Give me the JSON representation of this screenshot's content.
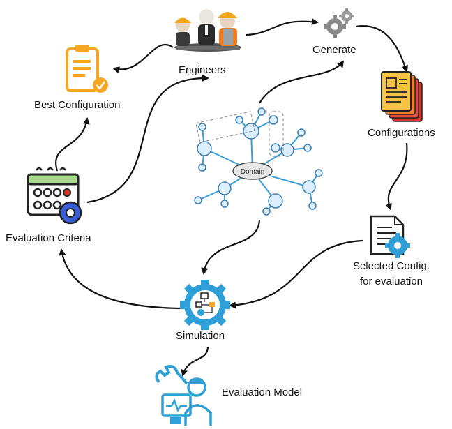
{
  "labels": {
    "engineers": "Engineers",
    "generate": "Generate",
    "best_configuration": "Best Configuration",
    "configurations": "Configurations",
    "domain": "Domain",
    "evaluation_criteria": "Evaluation Criteria",
    "selected_config_line1": "Selected Config.",
    "selected_config_line2": "for evaluation",
    "simulation": "Simulation",
    "evaluation_model": "Evaluation Model"
  },
  "colors": {
    "arrow": "#111111",
    "domain_line": "#3a9fd6",
    "domain_node_fill": "#dcefff",
    "domain_node_stroke": "#3d7fb3",
    "orange": "#f5a623",
    "gear_gray": "#8a8a8a",
    "gear_blue": "#2f9fd8",
    "doc_red": "#d9342b",
    "doc_yellow": "#f6c343",
    "calendar_green": "#a8d88a",
    "gear_dark_blue": "#3a5ed8"
  },
  "icons": [
    "engineers-icon",
    "gears-icon",
    "clipboard-check-icon",
    "documents-icon",
    "domain-graph-icon",
    "calendar-gear-icon",
    "document-gear-icon",
    "simulation-gear-icon",
    "technician-icon"
  ]
}
